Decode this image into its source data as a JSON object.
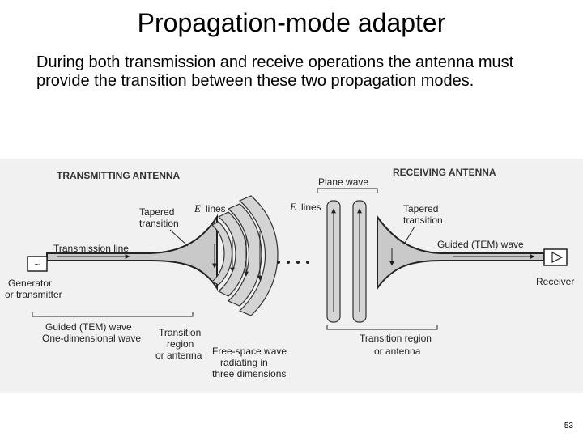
{
  "title": "Propagation-mode adapter",
  "body": "During both transmission and receive operations the antenna must provide the transition between these two propagation modes.",
  "figure": {
    "transmitting_header": "TRANSMITTING ANTENNA",
    "receiving_header": "RECEIVING ANTENNA",
    "plane_wave": "Plane wave",
    "e_letter": "E",
    "e_lines_word": "lines",
    "tx_tapered": [
      "Tapered",
      "transition"
    ],
    "rx_tapered": [
      "Tapered",
      "transition"
    ],
    "transmission_line": "Transmission line",
    "guided_tem_rx": "Guided (TEM) wave",
    "generator": [
      "Generator",
      "or transmitter"
    ],
    "receiver": "Receiver",
    "guided_tem_tx": [
      "Guided (TEM) wave",
      "One-dimensional wave"
    ],
    "transition_region_tx": [
      "Transition",
      "region",
      "or antenna"
    ],
    "free_space": [
      "Free-space wave",
      "radiating in",
      "three dimensions"
    ],
    "transition_region_rx": [
      "Transition region",
      "or antenna"
    ],
    "generator_symbol": "~"
  },
  "page_number": "53"
}
